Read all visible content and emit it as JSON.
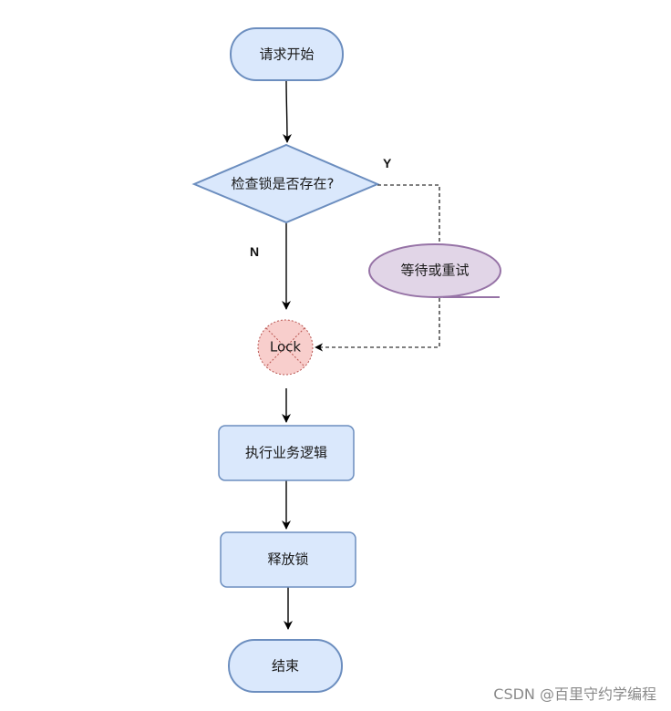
{
  "nodes": {
    "start": "请求开始",
    "check_lock": "检查锁是否存在?",
    "wait_retry": "等待或重试",
    "lock": "Lock",
    "execute": "执行业务逻辑",
    "release": "释放锁",
    "end": "结束"
  },
  "edge_labels": {
    "yes": "Y",
    "no": "N"
  },
  "watermark": "CSDN @百里守约学编程",
  "colors": {
    "blue_fill": "#dae8fc",
    "blue_stroke": "#6c8ebf",
    "purple_fill": "#e1d5e7",
    "purple_stroke": "#9673a6",
    "red_fill": "#f8cecc",
    "red_stroke": "#b85450",
    "edge": "#000000"
  }
}
